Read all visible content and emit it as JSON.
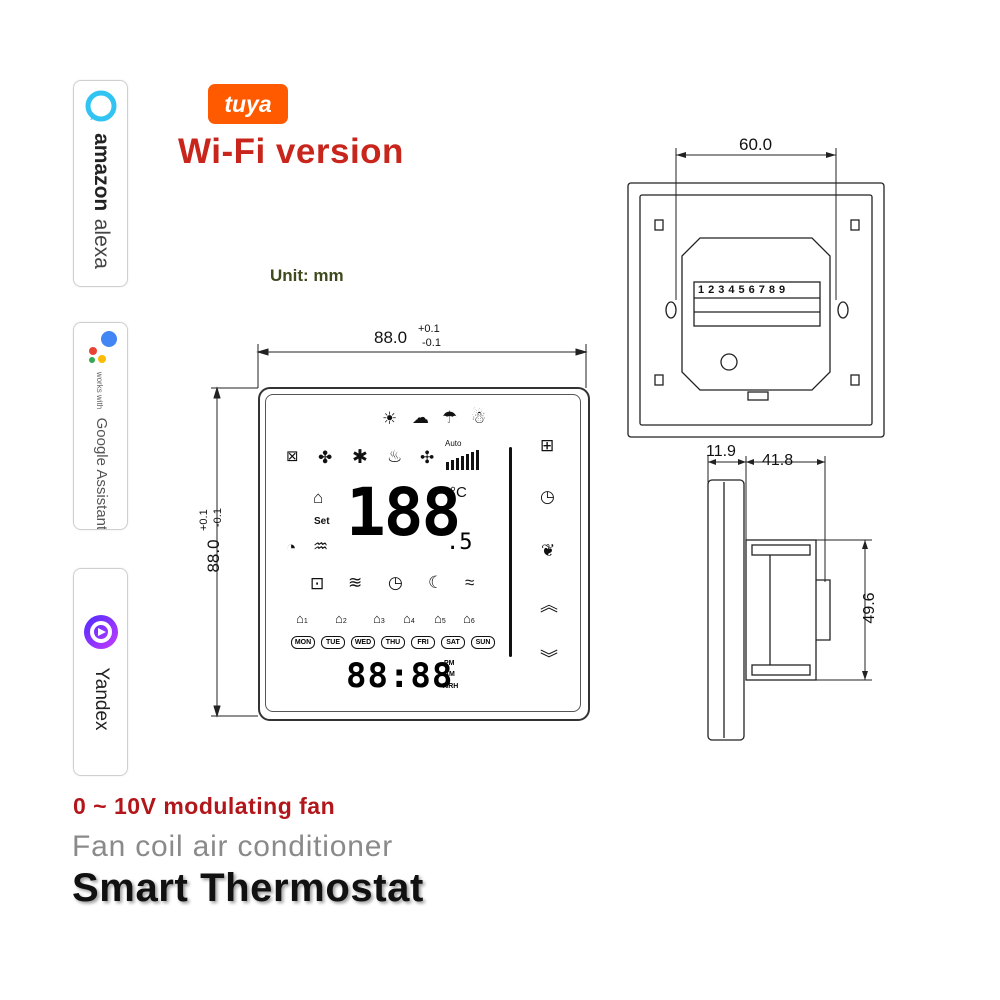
{
  "brand": {
    "tuya_logo": "tuya"
  },
  "headings": {
    "version": "Wi-Fi version",
    "unit": "Unit: mm",
    "modulating": "0 ~ 10V modulating fan",
    "category": "Fan coil air conditioner",
    "product": "Smart Thermostat"
  },
  "badges": {
    "alexa": {
      "brand": "amazon",
      "product": "alexa"
    },
    "google": {
      "small": "works with",
      "name": "Google Assistant"
    },
    "yandex": {
      "name": "Yandex"
    }
  },
  "dimensions": {
    "width": "88.0",
    "width_tol_plus": "+0.1",
    "width_tol_minus": "-0.1",
    "height": "88.0",
    "height_tol_plus": "+0.1",
    "height_tol_minus": "-0.1",
    "back_width": "60.0",
    "front_depth": "11.9",
    "body_depth": "41.8",
    "body_height": "49.6"
  },
  "display": {
    "auto_label": "Auto",
    "set_label": "Set",
    "temp_digits": "188",
    "temp_decimal": ".5",
    "temp_unit": "°C",
    "clock": "88:88",
    "pm": "PM",
    "am": "AM",
    "rh": "%RH",
    "days": [
      "MON",
      "TUE",
      "WED",
      "THU",
      "FRI",
      "SAT",
      "SUN"
    ],
    "programs": [
      "1",
      "2",
      "3",
      "4",
      "5",
      "6"
    ]
  },
  "terminals": [
    "1",
    "2",
    "3",
    "4",
    "5",
    "6",
    "7",
    "8",
    "9"
  ],
  "colors": {
    "accent_red": "#c8261c",
    "tuya_orange": "#ff5a00",
    "dim_dark": "#111111"
  }
}
